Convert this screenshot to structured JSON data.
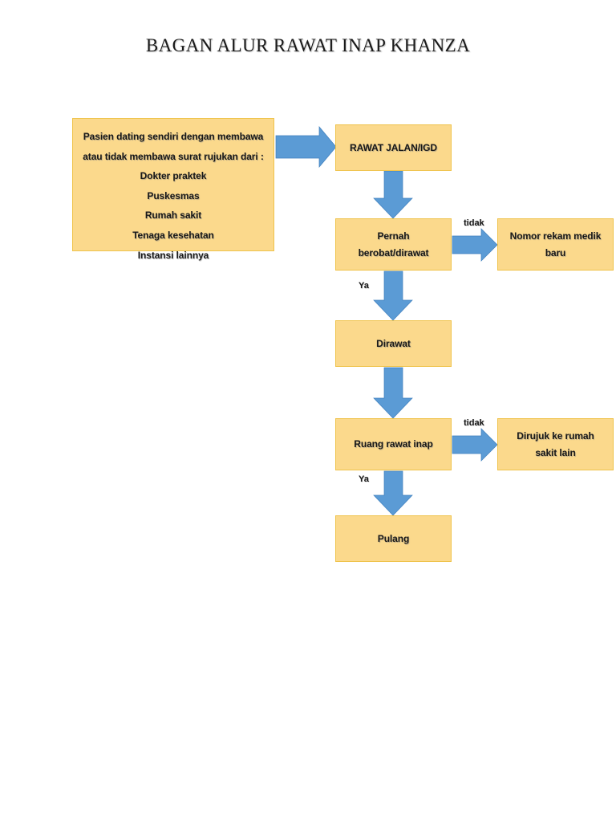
{
  "page": {
    "title": "BAGAN ALUR RAWAT INAP KHANZA",
    "background_color": "#ffffff"
  },
  "theme": {
    "box_fill": "#fbd98c",
    "box_border": "#efc34b",
    "arrow_fill": "#5b9bd5",
    "arrow_stroke": "#3f7fbd",
    "text_color": "#181818"
  },
  "chart_data": {
    "type": "diagram",
    "title": "BAGAN ALUR RAWAT INAP KHANZA",
    "diagram_kind": "flowchart",
    "orientation": "top-to-bottom",
    "nodes": [
      {
        "id": "intake",
        "shape": "rectangle",
        "lines": [
          "Pasien dating sendiri dengan membawa",
          "atau tidak membawa surat rujukan dari :",
          "Dokter praktek",
          "Puskesmas",
          "Rumah sakit",
          "Tenaga kesehatan",
          "Instansi lainnya"
        ]
      },
      {
        "id": "rawat_jalan",
        "shape": "rectangle",
        "lines": [
          "RAWAT JALAN/IGD"
        ]
      },
      {
        "id": "pernah_berobat",
        "shape": "rectangle",
        "lines": [
          "Pernah",
          "berobat/dirawat"
        ]
      },
      {
        "id": "nomor_rm",
        "shape": "rectangle",
        "lines": [
          "Nomor rekam medik",
          "baru"
        ]
      },
      {
        "id": "dirawat",
        "shape": "rectangle",
        "lines": [
          "Dirawat"
        ]
      },
      {
        "id": "ruang_rawat",
        "shape": "rectangle",
        "lines": [
          "Ruang rawat inap"
        ]
      },
      {
        "id": "dirujuk",
        "shape": "rectangle",
        "lines": [
          "Dirujuk ke rumah",
          "sakit lain"
        ]
      },
      {
        "id": "pulang",
        "shape": "rectangle",
        "lines": [
          "Pulang"
        ]
      }
    ],
    "edges": [
      {
        "from": "intake",
        "to": "rawat_jalan",
        "label": "",
        "direction": "right"
      },
      {
        "from": "rawat_jalan",
        "to": "pernah_berobat",
        "label": "",
        "direction": "down"
      },
      {
        "from": "pernah_berobat",
        "to": "nomor_rm",
        "label": "tidak",
        "direction": "right"
      },
      {
        "from": "pernah_berobat",
        "to": "dirawat",
        "label": "Ya",
        "direction": "down"
      },
      {
        "from": "dirawat",
        "to": "ruang_rawat",
        "label": "",
        "direction": "down"
      },
      {
        "from": "ruang_rawat",
        "to": "dirujuk",
        "label": "tidak",
        "direction": "right"
      },
      {
        "from": "ruang_rawat",
        "to": "pulang",
        "label": "Ya",
        "direction": "down"
      }
    ]
  },
  "boxes": {
    "intake": {
      "l1": "Pasien dating sendiri dengan membawa",
      "l2": "atau tidak membawa surat rujukan dari :",
      "l3": "Dokter praktek",
      "l4": "Puskesmas",
      "l5": "Rumah sakit",
      "l6": "Tenaga kesehatan",
      "l7": "Instansi lainnya"
    },
    "rawat_jalan": {
      "l1": "RAWAT JALAN/IGD"
    },
    "pernah_berobat": {
      "l1": "Pernah",
      "l2": "berobat/dirawat"
    },
    "nomor_rm": {
      "l1": "Nomor rekam medik",
      "l2": "baru"
    },
    "dirawat": {
      "l1": "Dirawat"
    },
    "ruang_rawat": {
      "l1": "Ruang rawat inap"
    },
    "dirujuk": {
      "l1": "Dirujuk ke rumah",
      "l2": "sakit lain"
    },
    "pulang": {
      "l1": "Pulang"
    }
  },
  "labels": {
    "tidak_1": "tidak",
    "tidak_2": "tidak",
    "ya_1": "Ya",
    "ya_2": "Ya"
  }
}
